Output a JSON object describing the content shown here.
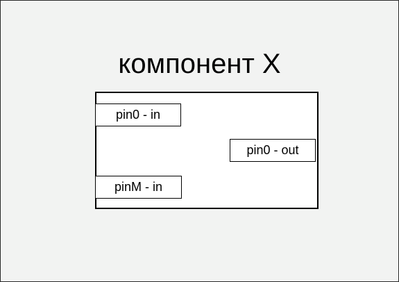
{
  "diagram": {
    "title": "компонент X",
    "component": {
      "input_pins": [
        {
          "label": "pin0 - in"
        },
        {
          "label": "pinM - in"
        }
      ],
      "output_pins": [
        {
          "label": "pin0 - out"
        }
      ]
    }
  },
  "colors": {
    "background": "#f2f3f2",
    "component_fill": "#ffffff",
    "stroke": "#000000"
  }
}
